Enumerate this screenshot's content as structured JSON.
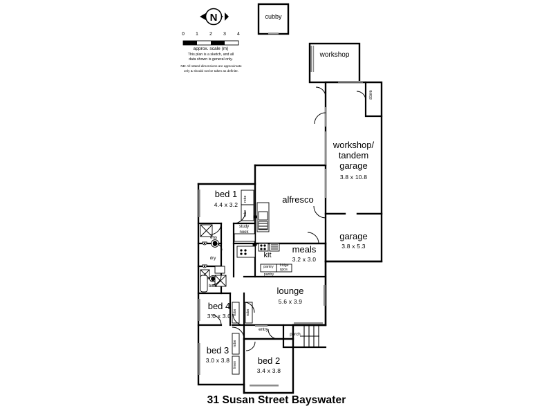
{
  "title": "31 Susan Street Bayswater",
  "compass": {
    "label": "N",
    "name": "north-arrow"
  },
  "scale": {
    "ticks": [
      "0",
      "1",
      "2",
      "3",
      "4"
    ],
    "caption": "approx.  scale (m)",
    "note1": "This plan is a sketch, and all",
    "note2": "data shown is general only.",
    "note3": "NB: All stated dimensions are approximate",
    "note4": "only & should not be taken as definite."
  },
  "rooms": [
    {
      "name": "cubby",
      "dim": ""
    },
    {
      "name": "workshop",
      "dim": ""
    },
    {
      "name": "store",
      "dim": ""
    },
    {
      "name": "workshop/",
      "dim": ""
    },
    {
      "name": "tandem",
      "dim": ""
    },
    {
      "name": "garage",
      "dim": "3.8 x 10.8"
    },
    {
      "name": "garage",
      "dim": "3.8 x 5.3"
    },
    {
      "name": "alfresco",
      "dim": ""
    },
    {
      "name": "bed 1",
      "dim": "4.4 x 3.2"
    },
    {
      "name": "ens",
      "dim": ""
    },
    {
      "name": "study",
      "dim": ""
    },
    {
      "name": "nook",
      "dim": ""
    },
    {
      "name": "kit",
      "dim": ""
    },
    {
      "name": "meals",
      "dim": "3.2 x 3.0"
    },
    {
      "name": "dry",
      "dim": ""
    },
    {
      "name": "bath",
      "dim": ""
    },
    {
      "name": "pantry",
      "dim": ""
    },
    {
      "name": "fridge",
      "dim": ""
    },
    {
      "name": "spce.",
      "dim": ""
    },
    {
      "name": "lounge",
      "dim": "5.6 x 3.9"
    },
    {
      "name": "bed 4",
      "dim": "3.0 x 3.0"
    },
    {
      "name": "bed 3",
      "dim": "3.0 x 3.8"
    },
    {
      "name": "bed 2",
      "dim": "3.4 x 3.8"
    },
    {
      "name": "entry",
      "dim": ""
    },
    {
      "name": "porch",
      "dim": ""
    },
    {
      "name": "robe",
      "dim": ""
    },
    {
      "name": "linen",
      "dim": ""
    }
  ],
  "labels": {
    "cubby": "cubby",
    "workshop": "workshop",
    "store": "store",
    "tandem_l1": "workshop/",
    "tandem_l2": "tandem",
    "tandem_l3": "garage",
    "tandem_dim": "3.8 x 10.8",
    "garage": "garage",
    "garage_dim": "3.8 x 5.3",
    "alfresco": "alfresco",
    "bed1": "bed 1",
    "bed1_dim": "4.4 x 3.2",
    "ens": "ens",
    "study": "study",
    "nook": "nook",
    "kit": "kit",
    "meals": "meals",
    "meals_dim": "3.2 x 3.0",
    "dry": "dry",
    "bath": "bath",
    "pantry": "pantry",
    "pantry2": "pantry",
    "fridge": "fridge",
    "fridge2": "spce.",
    "lounge": "lounge",
    "lounge_dim": "5.6 x 3.9",
    "bed4": "bed 4",
    "bed4_dim": "3.0 x 3.0",
    "bed3": "bed 3",
    "bed3_dim": "3.0 x 3.8",
    "bed2": "bed 2",
    "bed2_dim": "3.4 x 3.8",
    "entry": "entry",
    "entry2": "entry",
    "porch": "porch",
    "robe1": "robe",
    "robe2": "robe",
    "robe3": "robe",
    "robe4": "robe",
    "robe5": "robe",
    "linen": "linen"
  },
  "colors": {
    "line": "#000000",
    "fill": "#ffffff",
    "glass": "#888888"
  }
}
